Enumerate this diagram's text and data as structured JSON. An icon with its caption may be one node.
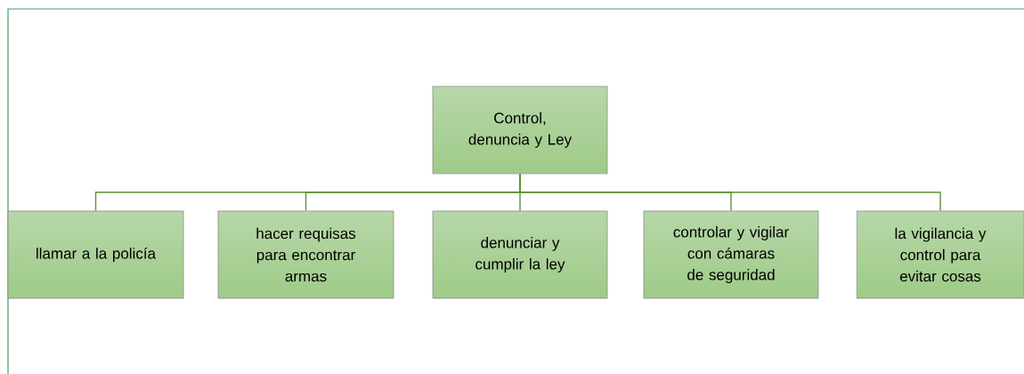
{
  "diagram": {
    "nodes": [
      {
        "text": [
          "Control, denuncia y Ley"
        ]
      },
      {
        "text": [
          "llamar a la policía"
        ]
      },
      {
        "text": [
          "hacer requisas para encontrar armas"
        ]
      },
      {
        "text": [
          "denunciar y cumplir la ley"
        ]
      },
      {
        "text": [
          "controlar y vigilar con cámaras de seguridad"
        ]
      },
      {
        "text": [
          "la vigilancia y control para evitar cosas"
        ]
      }
    ],
    "edges": [
      {
        "from": 0,
        "to": 1,
        "arrow": "none"
      },
      {
        "from": 0,
        "to": 2,
        "arrow": "none"
      },
      {
        "from": 0,
        "to": 3,
        "arrow": "none"
      },
      {
        "from": 0,
        "to": 4,
        "arrow": "none"
      },
      {
        "from": 0,
        "to": 5,
        "arrow": "none"
      }
    ]
  }
}
